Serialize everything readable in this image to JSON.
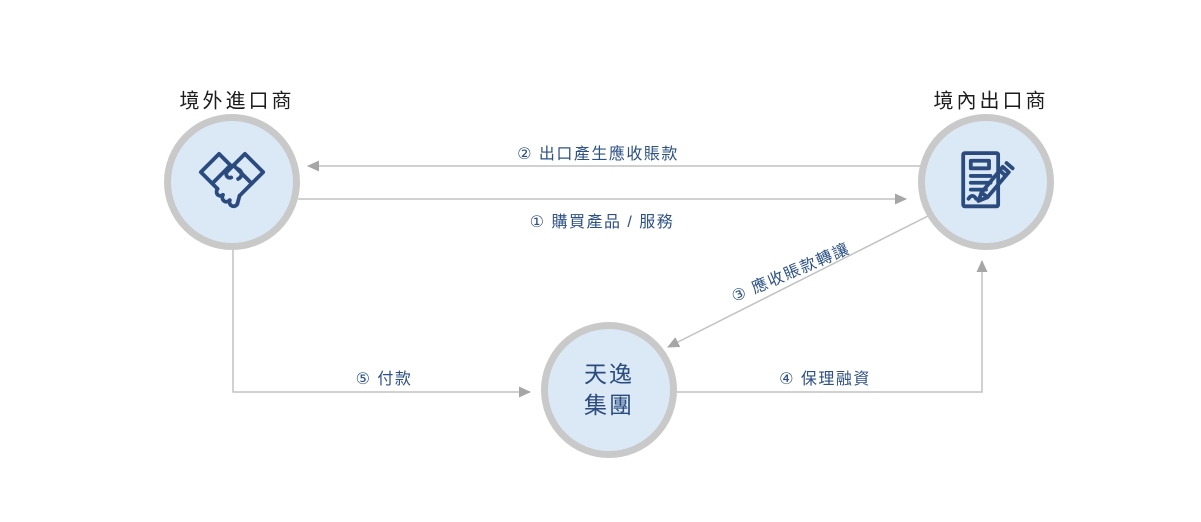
{
  "nodes": {
    "importer": {
      "title": "境外進口商",
      "icon": "handshake-icon"
    },
    "exporter": {
      "title": "境內出口商",
      "icon": "contract-pen-icon"
    },
    "factor": {
      "name_line1": "天逸",
      "name_line2": "集團"
    }
  },
  "flows": {
    "step1": {
      "label": "① 購買產品 / 服務",
      "from": "境外進口商",
      "to": "境內出口商",
      "direction": "left-to-right"
    },
    "step2": {
      "label": "② 出口產生應收賬款",
      "from": "境內出口商",
      "to": "境外進口商",
      "direction": "right-to-left"
    },
    "step3": {
      "label": "③ 應收賬款轉讓",
      "from": "境內出口商",
      "to": "天逸集團",
      "direction": "diagonal-down-left"
    },
    "step4": {
      "label": "④ 保理融資",
      "from": "天逸集團",
      "to": "境內出口商",
      "direction": "right-then-up"
    },
    "step5": {
      "label": "⑤ 付款",
      "from": "境外進口商",
      "to": "天逸集團",
      "direction": "down-then-right"
    }
  },
  "colors": {
    "node_fill": "#dbe9f6",
    "node_border": "#c9c9c9",
    "accent_navy": "#2b4b7e",
    "arrow_line_gray": "#c2c2c2",
    "arrow_head_gray": "#a6a6a6",
    "label_navy": "#2d5186",
    "title_text": "#1c1c1c",
    "background": "#ffffff"
  }
}
